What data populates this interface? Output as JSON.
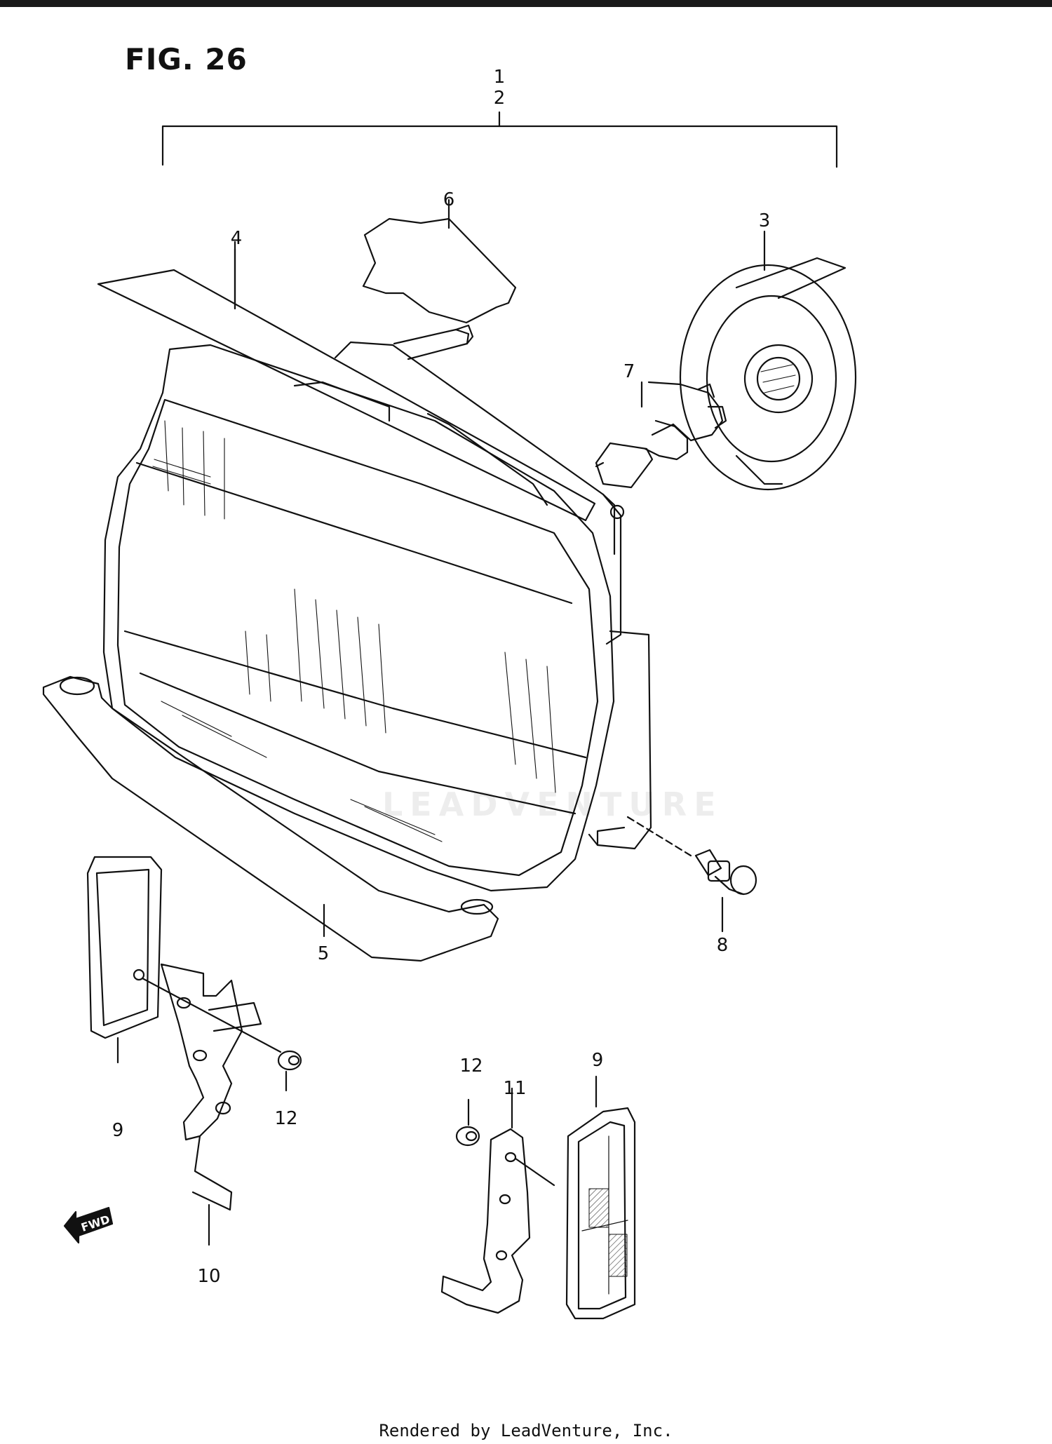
{
  "figure": {
    "title": "FIG. 26"
  },
  "callouts": {
    "c1": "1",
    "c2": "2",
    "c3": "3",
    "c4": "4",
    "c5": "5",
    "c6": "6",
    "c7": "7",
    "c8": "8",
    "c9a": "9",
    "c9b": "9",
    "c10": "10",
    "c11": "11",
    "c12a": "12",
    "c12b": "12"
  },
  "direction_marker": "FWD",
  "watermark": "LEADVENTURE",
  "footer": "Rendered by LeadVenture, Inc.",
  "colors": {
    "line": "#111111",
    "background": "#ffffff",
    "hatch": "#555555"
  }
}
